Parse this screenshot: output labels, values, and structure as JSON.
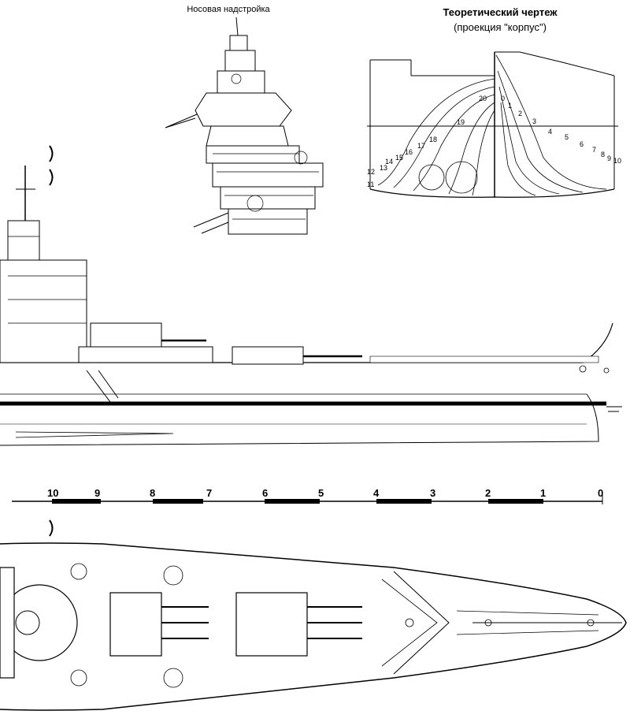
{
  "superstructure_label": "Носовая надстройка",
  "lines_title": "Теоретический чертеж",
  "lines_subtitle": "(проекция \"корпус\")",
  "stations": [
    "20",
    "19",
    "18",
    "17",
    "16",
    "15",
    "14",
    "13",
    "12",
    "11",
    "0",
    "1",
    "2",
    "3",
    "4",
    "5",
    "6",
    "7",
    "8",
    "9",
    "10"
  ],
  "scale_marks": [
    "10",
    "9",
    "8",
    "7",
    "6",
    "5",
    "4",
    "3",
    "2",
    "1",
    "0"
  ]
}
